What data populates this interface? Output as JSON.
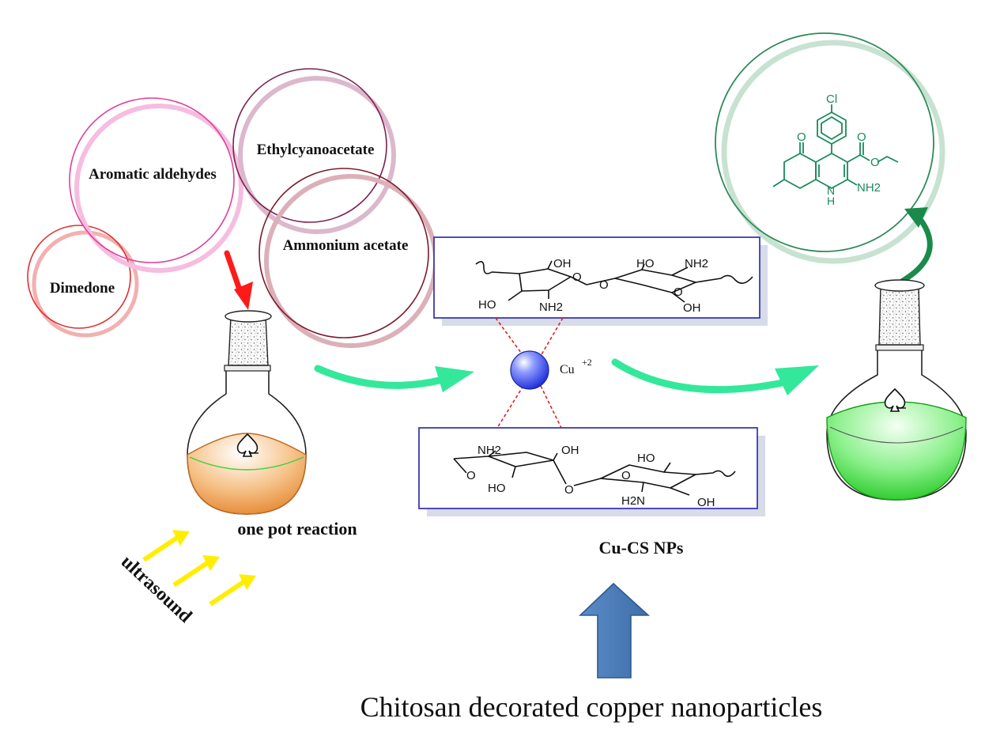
{
  "reagents": {
    "dimedone": "Dimedone",
    "aromatic_aldehydes": "Aromatic aldehydes",
    "ethylcyanoacetate": "Ethylcyanoacetate",
    "ammonium_acetate": "Ammonium acetate"
  },
  "labels": {
    "one_pot": "one pot reaction",
    "ultrasound": "ultrasound",
    "catalyst": "Cu-CS NPs",
    "caption": "Chitosan decorated copper nanoparticles",
    "cu_ion": "Cu",
    "cu_charge": "+2"
  },
  "chitosan_top": {
    "oh1": "OH",
    "ho1": "HO",
    "nh2_1": "NH2",
    "o1": "O",
    "o_link": "O",
    "ho2": "HO",
    "nh2_2": "NH2",
    "o2": "O",
    "oh2": "OH"
  },
  "chitosan_bottom": {
    "nh2_1": "NH2",
    "oh1": "OH",
    "o1": "O",
    "ho1": "HO",
    "o_link": "O",
    "ho2": "HO",
    "o2": "O",
    "h2n": "H2N",
    "oh2": "OH"
  },
  "product": {
    "cl": "Cl",
    "o_ketone": "O",
    "o_ester1": "O",
    "o_ester2": "O",
    "nh": "N",
    "nh_h": "H",
    "nh2": "NH2"
  },
  "colors": {
    "dimedone_circle": "#e03030",
    "aldehyde_circle": "#e0409a",
    "ethyl_circle": "#7a2050",
    "ammonium_circle": "#7a1a2a",
    "reaction_arrow": "#33e89a",
    "product_circle": "#2e8a5a",
    "ultrasound_arrow": "#ffee00",
    "up_arrow": "#4a7ab5",
    "cu_ball": "#2a3ae8",
    "box_border": "#3a3ab0"
  },
  "icons": {
    "spade": "spade-icon",
    "red_arrow": "red-down-arrow-icon"
  }
}
